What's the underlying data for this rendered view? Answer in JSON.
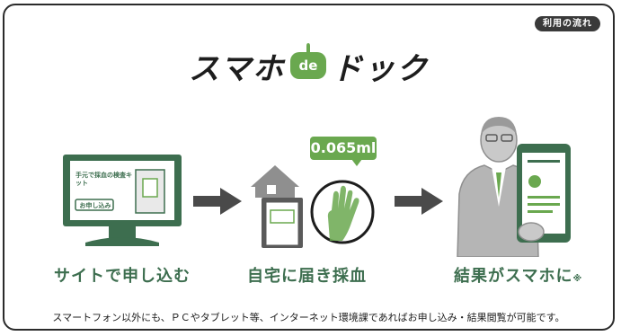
{
  "tag": "利用の流れ",
  "logo": {
    "text_left": "スマホ",
    "badge": "de",
    "text_right": "ドック"
  },
  "steps": [
    {
      "label": "サイトで申し込む",
      "screen_heading": "手元で採血の検査キット",
      "screen_button": "お申し込み"
    },
    {
      "label": "自宅に届き採血",
      "volume": "0.065ml"
    },
    {
      "label": "結果がスマホに",
      "label_mark": "※"
    }
  ],
  "footnote": "スマートフォン以外にも、ＰＣやタブレット等、インターネット環境課であればお申し込み・結果閲覧が可能です。",
  "colors": {
    "accent_green": "#6aa84f",
    "dark_green": "#3d6e4f",
    "gray": "#8f8f8f"
  }
}
